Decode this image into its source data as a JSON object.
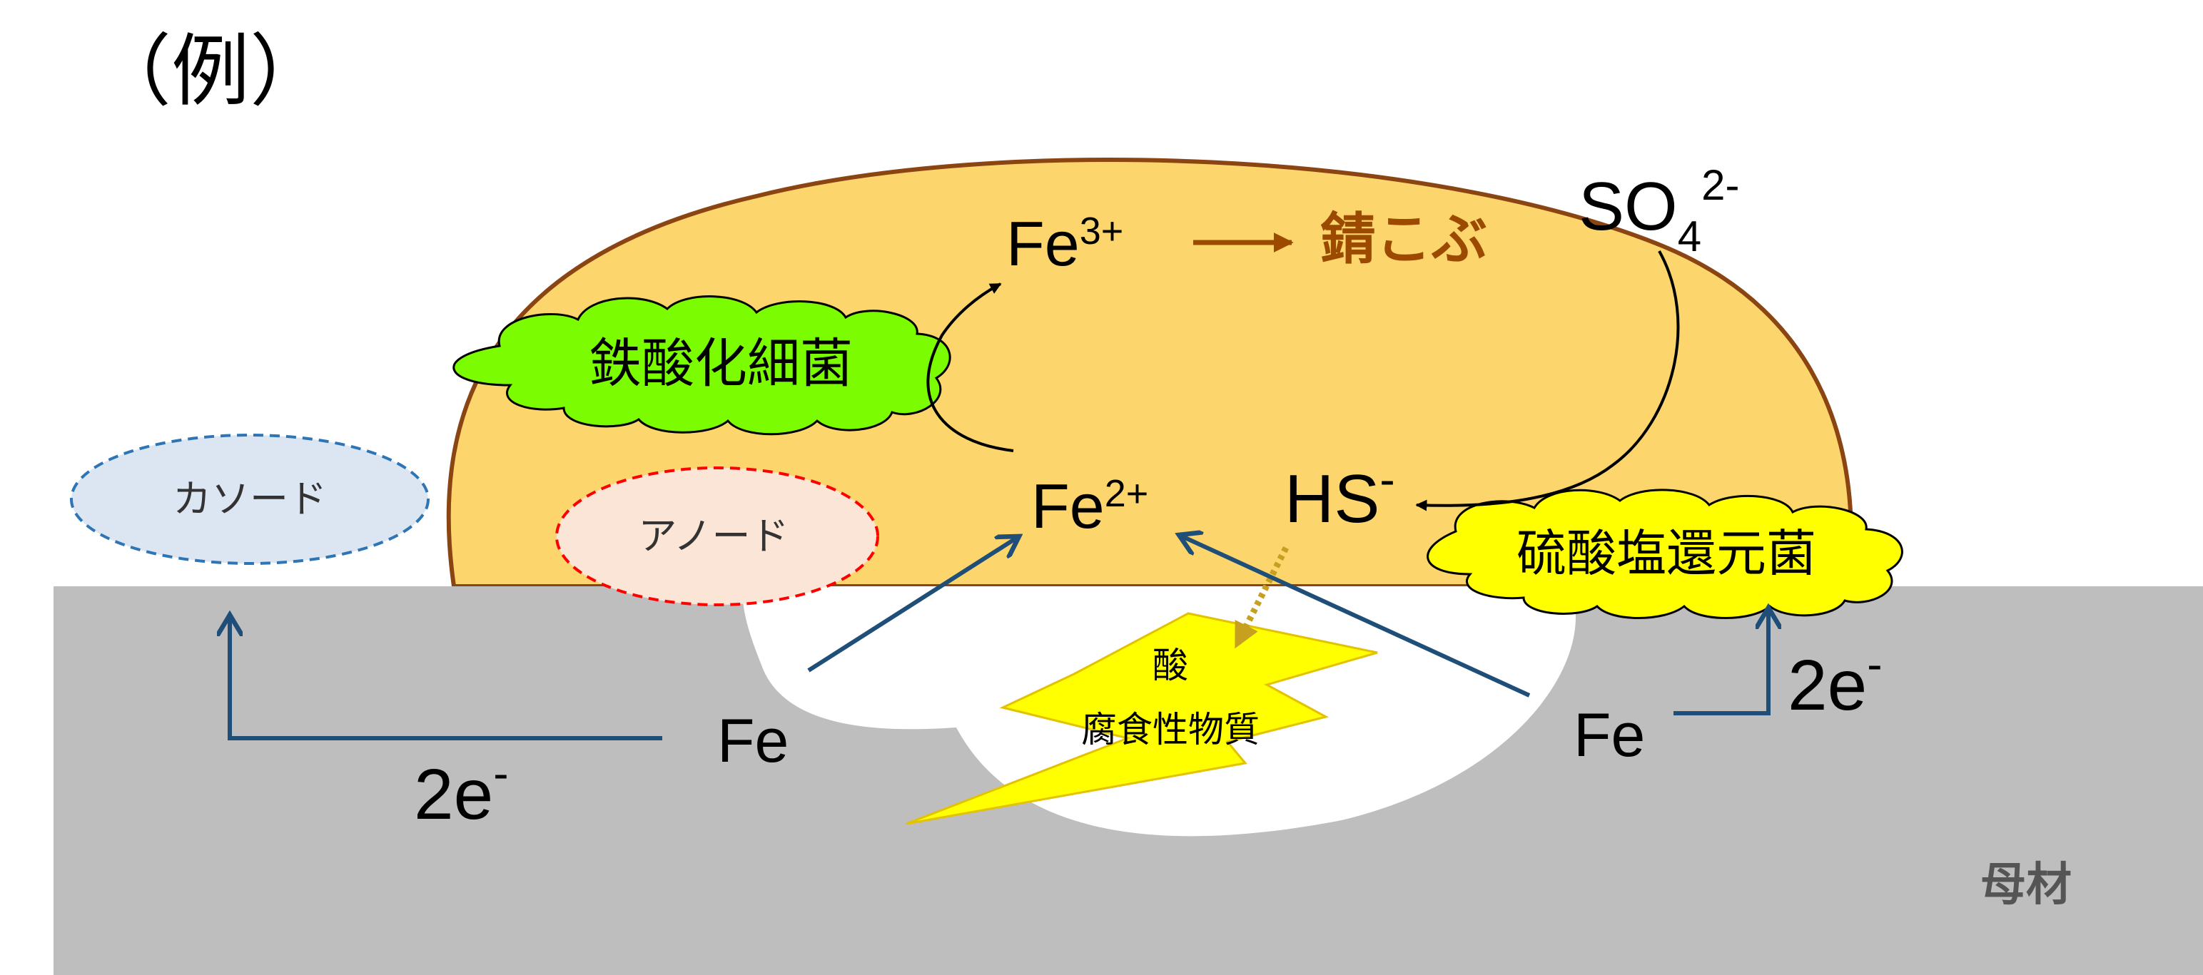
{
  "title": "（例）",
  "labels": {
    "cathode": "カソード",
    "anode": "アノード",
    "iron_bacteria": "鉄酸化細菌",
    "sulfate_bacteria": "硫酸塩還元菌",
    "rust_tubercle": "錆こぶ",
    "base_metal": "母材",
    "corrosive_line1": "酸",
    "corrosive_line2": "腐食性物質"
  },
  "species": {
    "fe3": {
      "base": "Fe",
      "sup": "3+"
    },
    "fe2": {
      "base": "Fe",
      "sup": "2+"
    },
    "hs": {
      "base": "HS",
      "sup": "-"
    },
    "so4": {
      "base": "SO",
      "sub": "4",
      "sup": "2-"
    },
    "fe_left": "Fe",
    "fe_right": "Fe",
    "electrons_left": {
      "base": "2e",
      "sup": "-"
    },
    "electrons_right": {
      "base": "2e",
      "sup": "-"
    }
  },
  "colors": {
    "rust_fill": "#FCD56C",
    "rust_outline": "#8B4513",
    "metal": "#BEBEBE",
    "iron_bacteria": "#7CFC00",
    "sulfate_bacteria": "#FFFF00",
    "cathode_fill": "#DCE6F2",
    "cathode_border": "#2E75B6",
    "anode_fill": "#FBE5D6",
    "anode_border": "#FF0000",
    "arrow_blue": "#1F4E79",
    "rust_text": "#9C4A00",
    "hs_arrow": "#C8A020",
    "base_metal_text": "#555555"
  }
}
